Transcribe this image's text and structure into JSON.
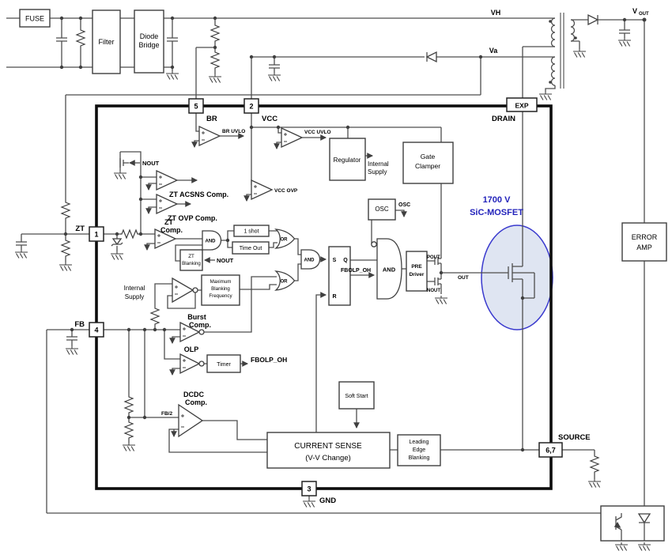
{
  "colors": {
    "wire": "#4d4d4d",
    "ic_border": "#0d0d0d",
    "highlight_blue": "#2323bb",
    "mosfet_ellipse_stroke": "#3a3ace",
    "mosfet_ellipse_fill": "#dfe5f2"
  },
  "ac_front_end": {
    "fuse": "FUSE",
    "filter": "Filter",
    "diode_bridge": [
      "Diode",
      "Bridge"
    ]
  },
  "nets": {
    "vh": "VH",
    "va": "Va",
    "vout_main": "V",
    "vout_sub": "OUT"
  },
  "pins": {
    "br": {
      "num": "5",
      "label": "BR"
    },
    "vcc": {
      "num": "2",
      "label": "VCC"
    },
    "exp": {
      "num": "EXP",
      "label": "DRAIN"
    },
    "zt": {
      "num": "1",
      "label": "ZT"
    },
    "fb": {
      "num": "4",
      "label": "FB"
    },
    "gnd": {
      "num": "3",
      "label": "GND"
    },
    "source": {
      "num": "6,7",
      "label": "SOURCE"
    }
  },
  "supervisors": {
    "br_uvlo": "BR UVLO",
    "vcc_uvlo": "VCC UVLO",
    "vcc_ovp": "VCC OVP"
  },
  "blocks": {
    "regulator": "Regulator",
    "internal_supply": [
      "Internal",
      "Supply"
    ],
    "gate_clamper": [
      "Gate",
      "Clamper"
    ],
    "osc": "OSC",
    "osc_signal": "OSC",
    "one_shot": "1 shot",
    "time_out": "Time Out",
    "zt_blanking": [
      "ZT",
      "Blanking"
    ],
    "max_blanking_freq": [
      "Maximum",
      "Blanking",
      "Frequency"
    ],
    "timer": "Timer",
    "soft_start": "Soft Start",
    "current_sense": [
      "CURRENT SENSE",
      "(V-V Change)"
    ],
    "leading_edge_blanking": [
      "Leading",
      "Edge",
      "Blanking"
    ],
    "pre_driver": [
      "PRE",
      "Driver"
    ],
    "error_amp": [
      "ERROR",
      "AMP"
    ]
  },
  "comparators": {
    "zt_acsns": "ZT ACSNS Comp.",
    "zt_ovp": "ZT OVP Comp.",
    "zt": [
      "ZT",
      "Comp."
    ],
    "burst": [
      "Burst",
      "Comp."
    ],
    "olp": "OLP",
    "dcdc": [
      "DCDC",
      "Comp."
    ]
  },
  "gates": {
    "and": "AND",
    "or": "OR"
  },
  "latch": {
    "s": "S",
    "q": "Q",
    "r": "R"
  },
  "signals": {
    "nout": "NOUT",
    "fbolp_oh": "FBOLP_OH",
    "fb_half": "FB/2",
    "out": "OUT",
    "pout": "POUT",
    "nout_driver": "NOUT"
  },
  "mosfet": {
    "rating": "1700 V",
    "type": "SiC-MOSFET"
  }
}
